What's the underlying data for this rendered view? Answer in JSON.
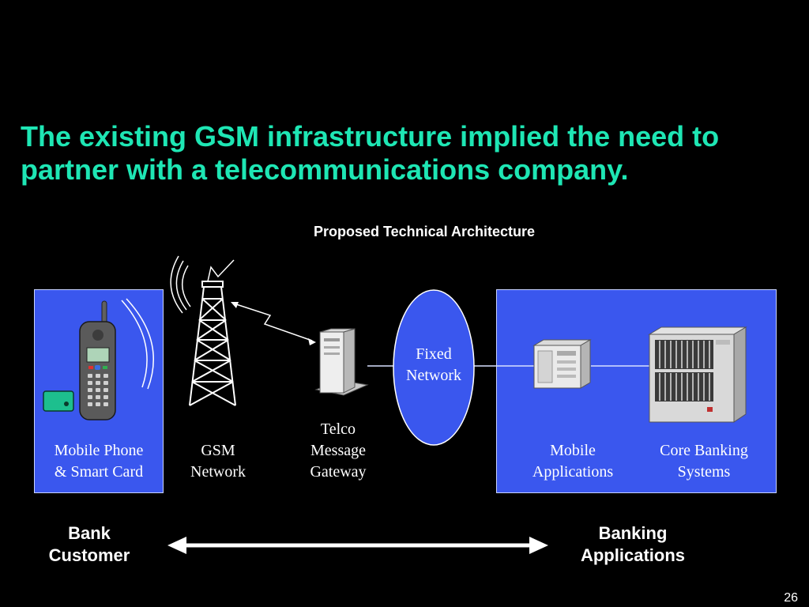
{
  "slide": {
    "title_line1": "The existing GSM infrastructure implied the need to",
    "title_line2": "partner with a telecommunications company.",
    "subtitle": "Proposed Technical Architecture",
    "page_number": "26"
  },
  "components": {
    "mobile_phone": {
      "line1": "Mobile Phone",
      "line2": "& Smart Card"
    },
    "gsm_network": {
      "line1": "GSM",
      "line2": "Network"
    },
    "telco_gateway": {
      "line1": "Telco",
      "line2": "Message",
      "line3": "Gateway"
    },
    "fixed_network": {
      "line1": "Fixed",
      "line2": "Network"
    },
    "mobile_applications": {
      "line1": "Mobile",
      "line2": "Applications"
    },
    "core_banking": {
      "line1": "Core Banking",
      "line2": "Systems"
    }
  },
  "groups": {
    "bank_customer": {
      "line1": "Bank",
      "line2": "Customer"
    },
    "banking_applications": {
      "line1": "Banking",
      "line2": "Applications"
    }
  },
  "colors": {
    "title": "#1ee6b4",
    "panel": "#3a57ee",
    "ellipse": "#3a57ee",
    "background": "#000000"
  },
  "icons": [
    "mobile-phone-icon",
    "smart-card-icon",
    "gsm-tower-icon",
    "gateway-server-icon",
    "application-server-icon",
    "mainframe-icon"
  ]
}
